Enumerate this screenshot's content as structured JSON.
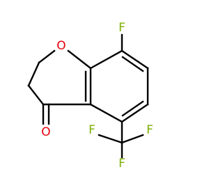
{
  "molecule": {
    "atoms": {
      "ring_oxygen": {
        "symbol": "O",
        "color": "#E8000B"
      },
      "fluorine_top": {
        "symbol": "F",
        "color": "#7BAF00"
      },
      "carbonyl_oxygen": {
        "symbol": "O",
        "color": "#E8000B"
      },
      "cf3_fluorine_left": {
        "symbol": "F",
        "color": "#7BAF00"
      },
      "cf3_fluorine_right": {
        "symbol": "F",
        "color": "#7BAF00"
      },
      "cf3_fluorine_bottom": {
        "symbol": "F",
        "color": "#7BAF00"
      }
    },
    "bond_color": "#000000"
  }
}
